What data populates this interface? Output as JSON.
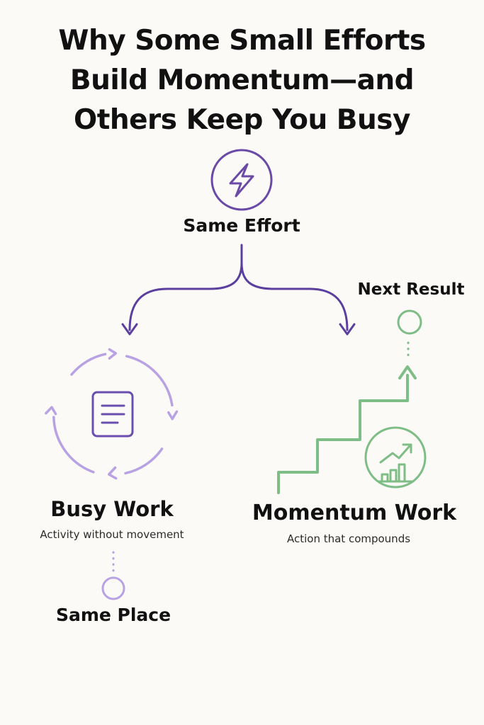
{
  "title": {
    "line1": "Why Some Small Efforts",
    "line2": "Build Momentum—and",
    "line3": "Others Keep You Busy"
  },
  "effort": {
    "label": "Same Effort",
    "icon": "lightning-bolt-icon"
  },
  "busy": {
    "label": "Busy Work",
    "subtitle": "Activity without movement",
    "outcome": "Same Place",
    "icon": "document-icon"
  },
  "momentum": {
    "label": "Momentum Work",
    "subtitle": "Action that compounds",
    "outcome": "Next Result",
    "icon": "growth-chart-icon"
  },
  "colors": {
    "background": "#fbfaf7",
    "text": "#111111",
    "effort": "#6a4aa6",
    "busy": "#b8a2e3",
    "busy_dark": "#6b4fb0",
    "momentum": "#7fbd86"
  }
}
